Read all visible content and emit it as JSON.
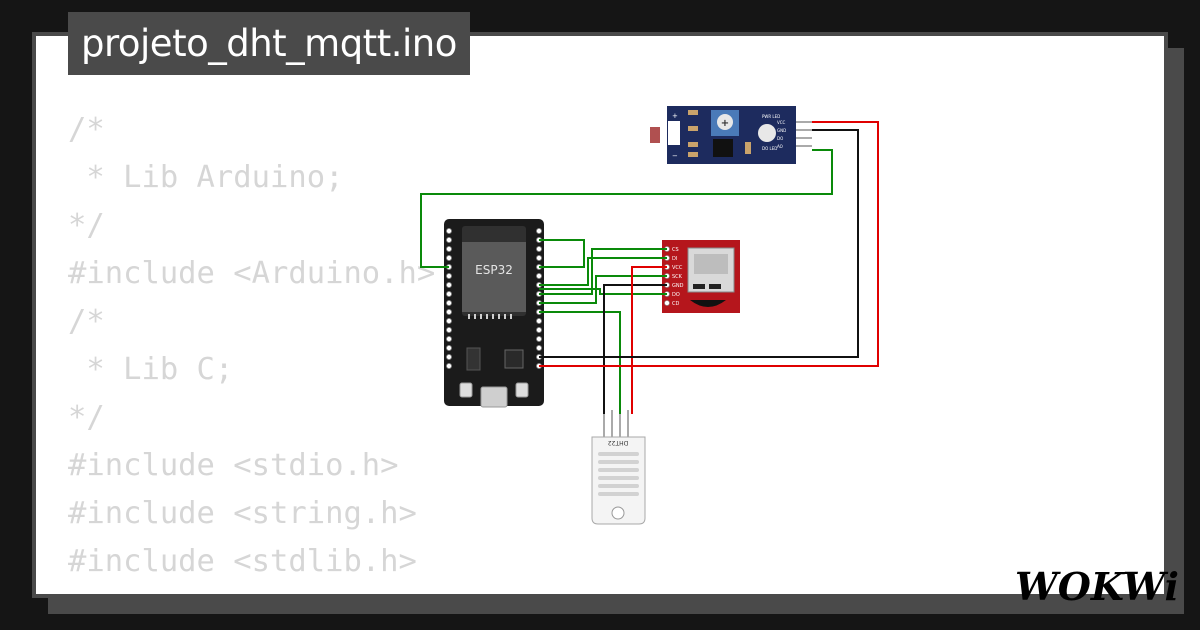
{
  "project": {
    "title": "projeto_dht_mqtt.ino"
  },
  "code": {
    "lines": [
      "/*",
      " * Lib Arduino;",
      "*/",
      "#include <Arduino.h>",
      "/*",
      " * Lib C;",
      "*/",
      "#include <stdio.h>",
      "#include <string.h>",
      "#include <stdlib.h>",
      "/*"
    ]
  },
  "diagram": {
    "esp32": {
      "label": "ESP32"
    },
    "ldr_module": {
      "pin_labels": [
        "VCC",
        "GND",
        "DO",
        "AO"
      ],
      "led_labels": [
        "PWR LED",
        "DO LED"
      ],
      "signs": [
        "+",
        "−"
      ]
    },
    "sd_card": {
      "pin_labels": [
        "CS",
        "DI",
        "VCC",
        "SCK",
        "GND",
        "DO",
        "CD"
      ]
    },
    "dht22": {
      "label": "DHT22"
    },
    "wire_colors": {
      "green": "#0a8a0a",
      "black": "#111111",
      "red": "#e00000"
    }
  },
  "brand": {
    "logo": "WOKWi"
  },
  "colors": {
    "background": "#151515",
    "card_border": "#4a4a4a",
    "code_text": "#d6d6d6",
    "esp_board": "#1b1b1b",
    "ldr_board": "#1d2b5e",
    "sd_board": "#b5161c"
  }
}
